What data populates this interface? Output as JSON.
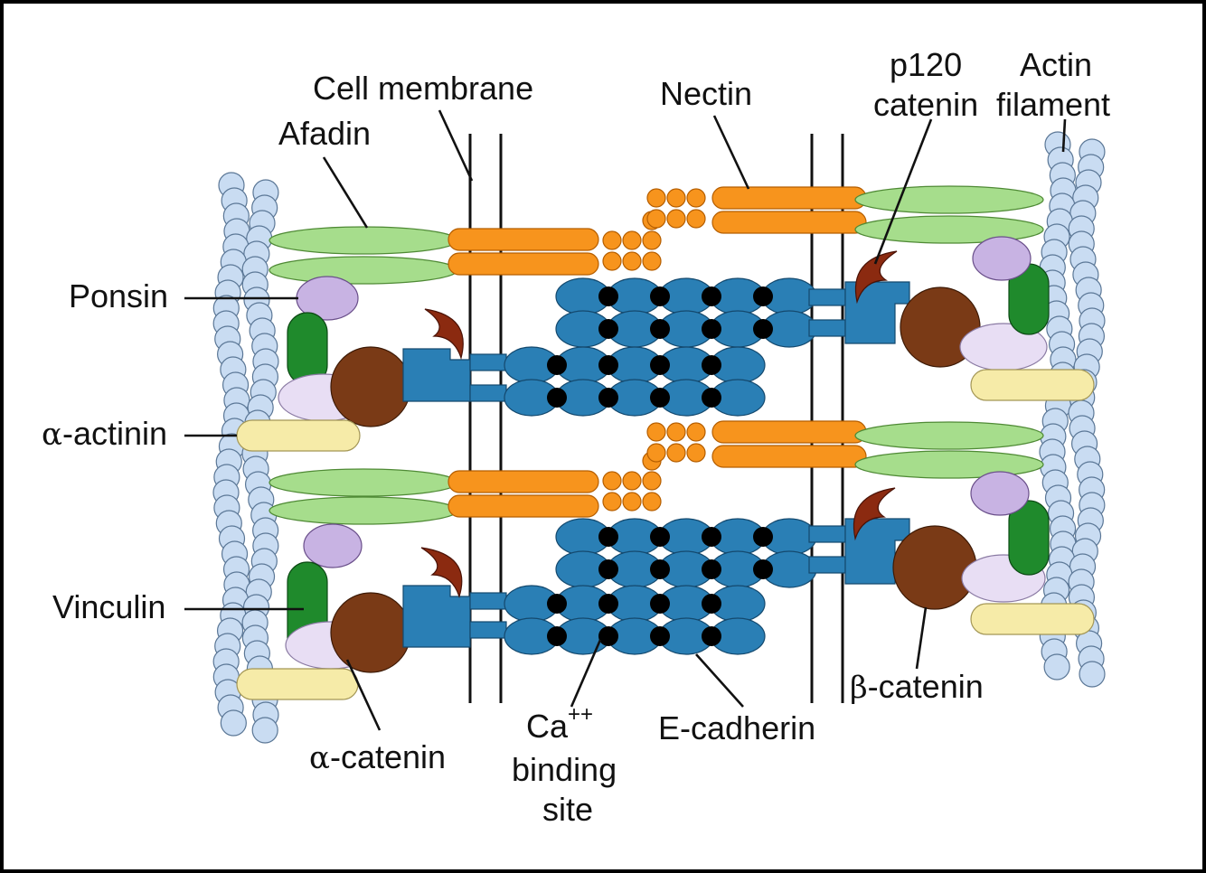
{
  "labels": {
    "cell_membrane": "Cell membrane",
    "afadin": "Afadin",
    "nectin": "Nectin",
    "p120_line1": "p120",
    "p120_line2": "catenin",
    "actin_line1": "Actin",
    "actin_line2": "filament",
    "ponsin": "Ponsin",
    "alpha_actinin_symbol": "α",
    "alpha_actinin_rest": "-actinin",
    "vinculin": "Vinculin",
    "alpha_catenin_symbol": "α",
    "alpha_catenin_rest": "-catenin",
    "ca_line1": "Ca",
    "ca_superscript": "++",
    "ca_line2": "binding",
    "ca_line3": "site",
    "e_cadherin": "E-cadherin",
    "beta_catenin_symbol": "β",
    "beta_catenin_rest": "-catenin"
  },
  "colors": {
    "actin": "#c9dcf2",
    "afadin": "#a6dd8c",
    "nectin": "#f7941d",
    "ponsin": "#c8b3e3",
    "vinculin": "#1f8a2c",
    "alpha_catenin": "#e8def4",
    "beta_catenin": "#7a3a16",
    "p120": "#8b2a10",
    "e_cadherin": "#2a7fb5",
    "alpha_actinin": "#f6eba8",
    "calcium": "#000000"
  }
}
